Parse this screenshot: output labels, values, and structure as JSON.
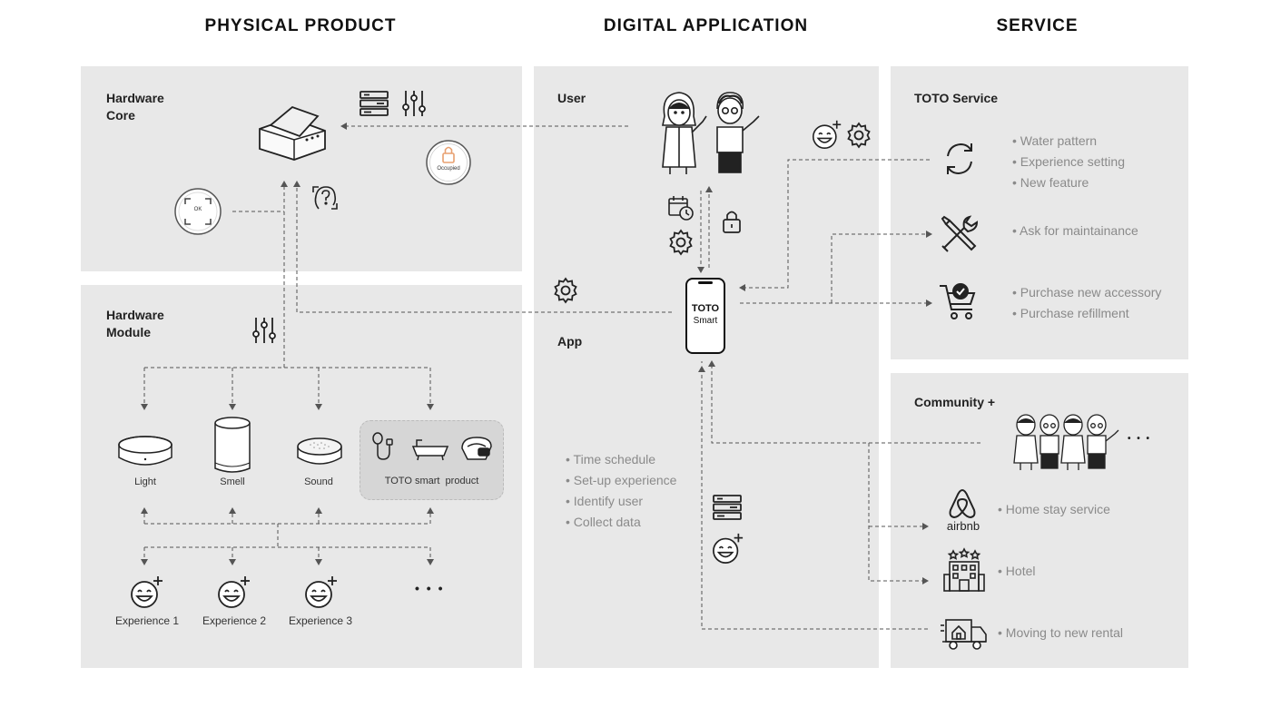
{
  "headers": {
    "physical": "PHYSICAL PRODUCT",
    "digital": "DIGITAL APPLICATION",
    "service": "SERVICE"
  },
  "hardware_core": {
    "title": "Hardware\nCore",
    "button_text": "OK",
    "lock_text": "Occupied"
  },
  "hardware_module": {
    "title": "Hardware\nModule",
    "items": [
      "Light",
      "Smell",
      "Sound",
      "TOTO smart  product"
    ],
    "experiences": [
      "Experience 1",
      "Experience 2",
      "Experience 3"
    ],
    "more": "• • •"
  },
  "digital": {
    "user_title": "User",
    "app_title": "App",
    "phone_brand": "TOTO",
    "phone_sub": "Smart",
    "features": [
      "Time schedule",
      "Set-up experience",
      "Identify user",
      "Collect data"
    ]
  },
  "toto_service": {
    "title": "TOTO Service",
    "group1": [
      "Water pattern",
      "Experience setting",
      "New feature"
    ],
    "group2": [
      "Ask for maintainance"
    ],
    "group3": [
      "Purchase new accessory",
      "Purchase refillment"
    ]
  },
  "community": {
    "title": "Community +",
    "more": "• • •",
    "airbnb_label": "airbnb",
    "items": [
      "Home stay service",
      "Hotel",
      "Moving to new rental"
    ]
  },
  "colors": {
    "panel": "#e8e8e8",
    "line": "#555555",
    "bullet": "#8a8a8a",
    "lock_accent": "#e8a070"
  }
}
